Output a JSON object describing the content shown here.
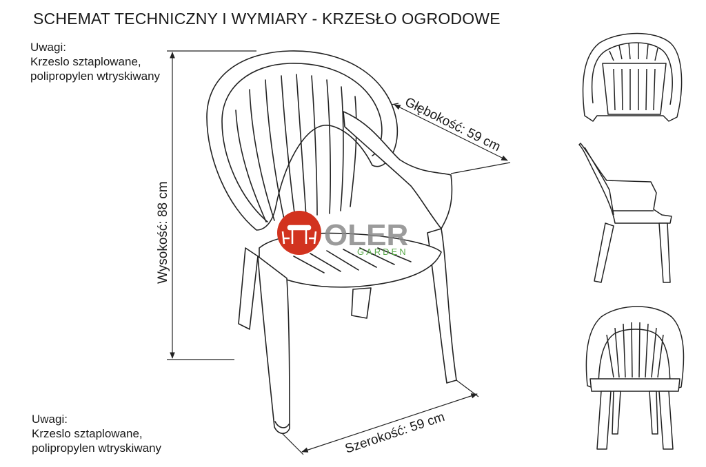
{
  "title": "SCHEMAT TECHNICZNY I WYMIARY - KRZESŁO OGRODOWE",
  "notes_top": {
    "heading": "Uwagi:",
    "line1": "Krzeslo sztaplowane,",
    "line2": "polipropylen wtryskiwany"
  },
  "notes_bottom": {
    "heading": "Uwagi:",
    "line1": "Krzeslo sztaplowane,",
    "line2": "polipropylen wtryskiwany"
  },
  "dimensions": {
    "height": "Wysokość: 88 cm",
    "depth": "Głębokość: 59 cm",
    "width": "Szerokość: 59 cm"
  },
  "logo": {
    "brand": "OLER",
    "sub": "GARDEN",
    "colors": {
      "red": "#d2331f",
      "gray": "#8a8a8a",
      "green": "#5aa84a"
    }
  },
  "line_color": "#222222"
}
